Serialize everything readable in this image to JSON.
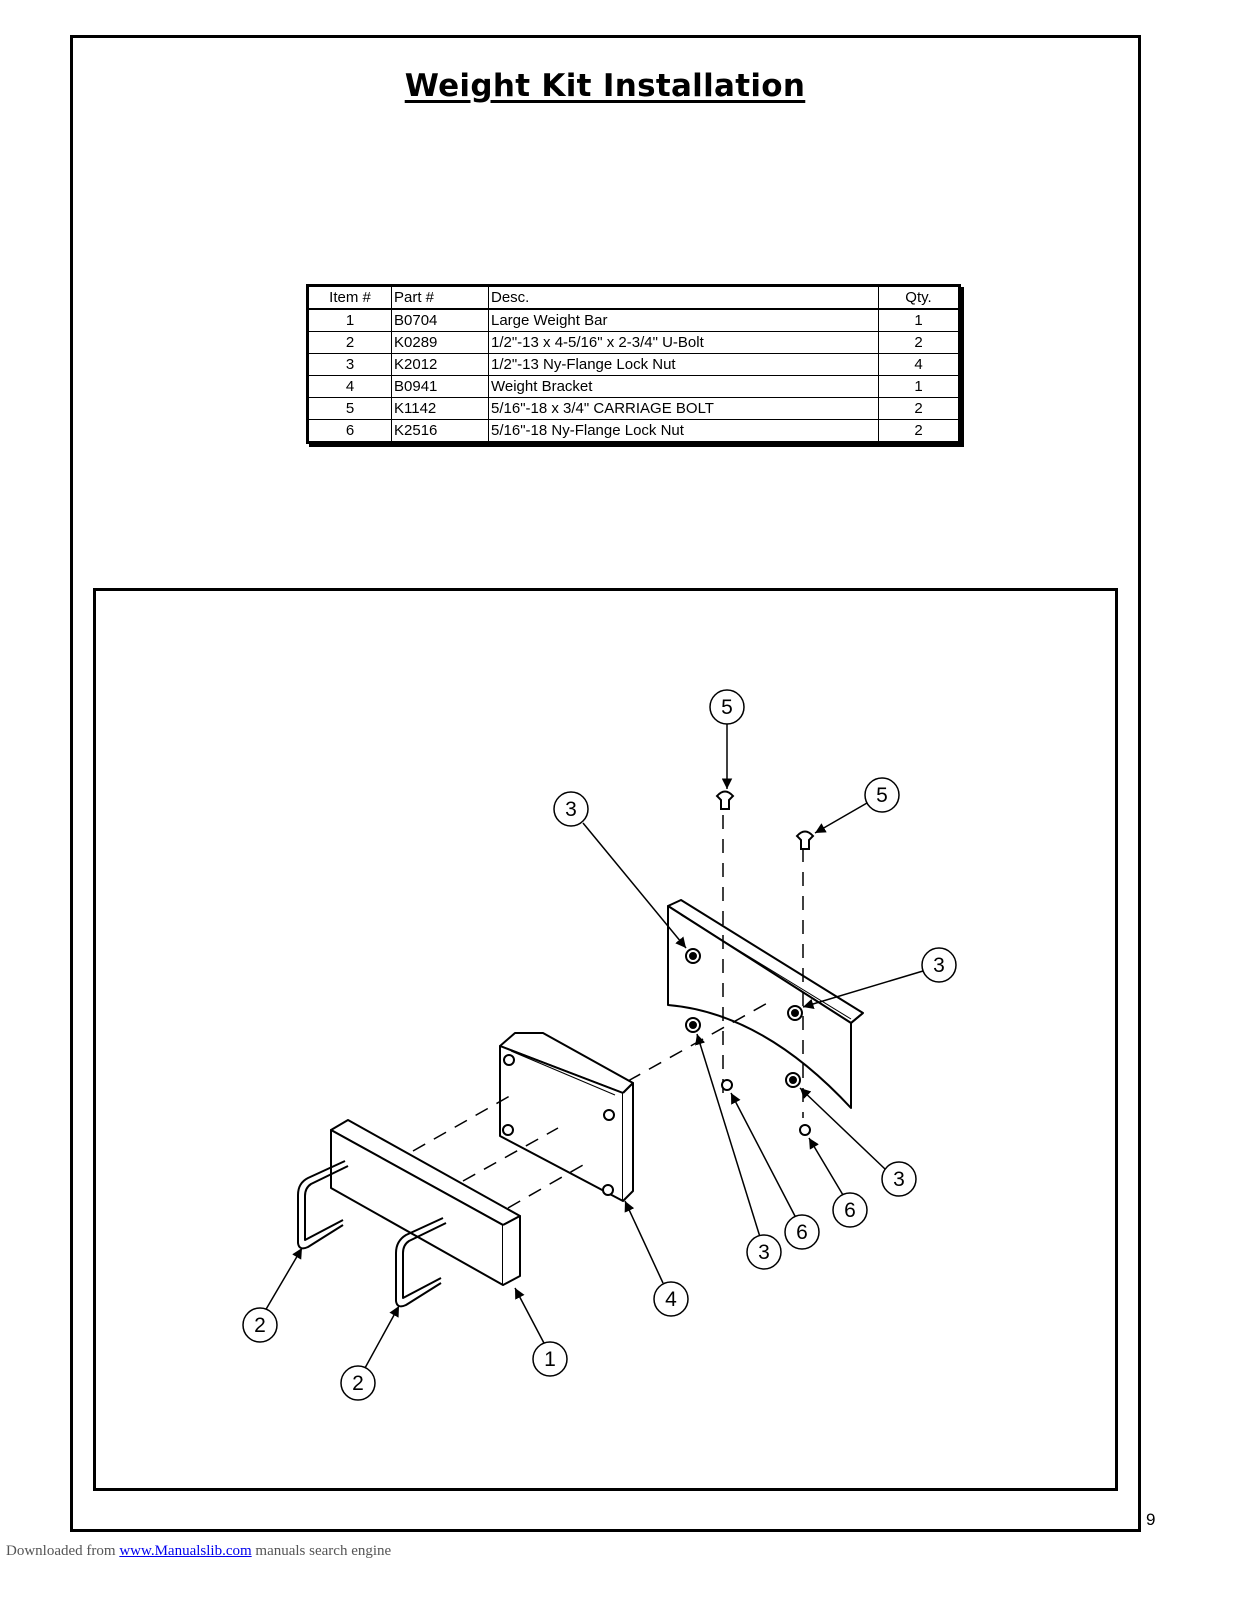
{
  "title": "Weight Kit Installation",
  "parts_table": {
    "headers": [
      "Item #",
      "Part #",
      "Desc.",
      "Qty."
    ],
    "rows": [
      [
        "1",
        "B0704",
        "Large Weight Bar",
        "1"
      ],
      [
        "2",
        "K0289",
        "1/2\"-13 x 4-5/16\" x 2-3/4\" U-Bolt",
        "2"
      ],
      [
        "3",
        "K2012",
        "1/2\"-13 Ny-Flange Lock Nut",
        "4"
      ],
      [
        "4",
        "B0941",
        "Weight Bracket",
        "1"
      ],
      [
        "5",
        "K1142",
        "5/16\"-18 x 3/4\" CARRIAGE BOLT",
        "2"
      ],
      [
        "6",
        "K2516",
        "5/16\"-18 Ny-Flange Lock Nut",
        "2"
      ]
    ]
  },
  "callouts": [
    "5",
    "5",
    "3",
    "3",
    "3",
    "3",
    "6",
    "6",
    "4",
    "1",
    "2",
    "2"
  ],
  "page_number": "9",
  "footer": {
    "prefix": "Downloaded from ",
    "link": "www.Manualslib.com",
    "suffix": "  manuals search engine"
  }
}
